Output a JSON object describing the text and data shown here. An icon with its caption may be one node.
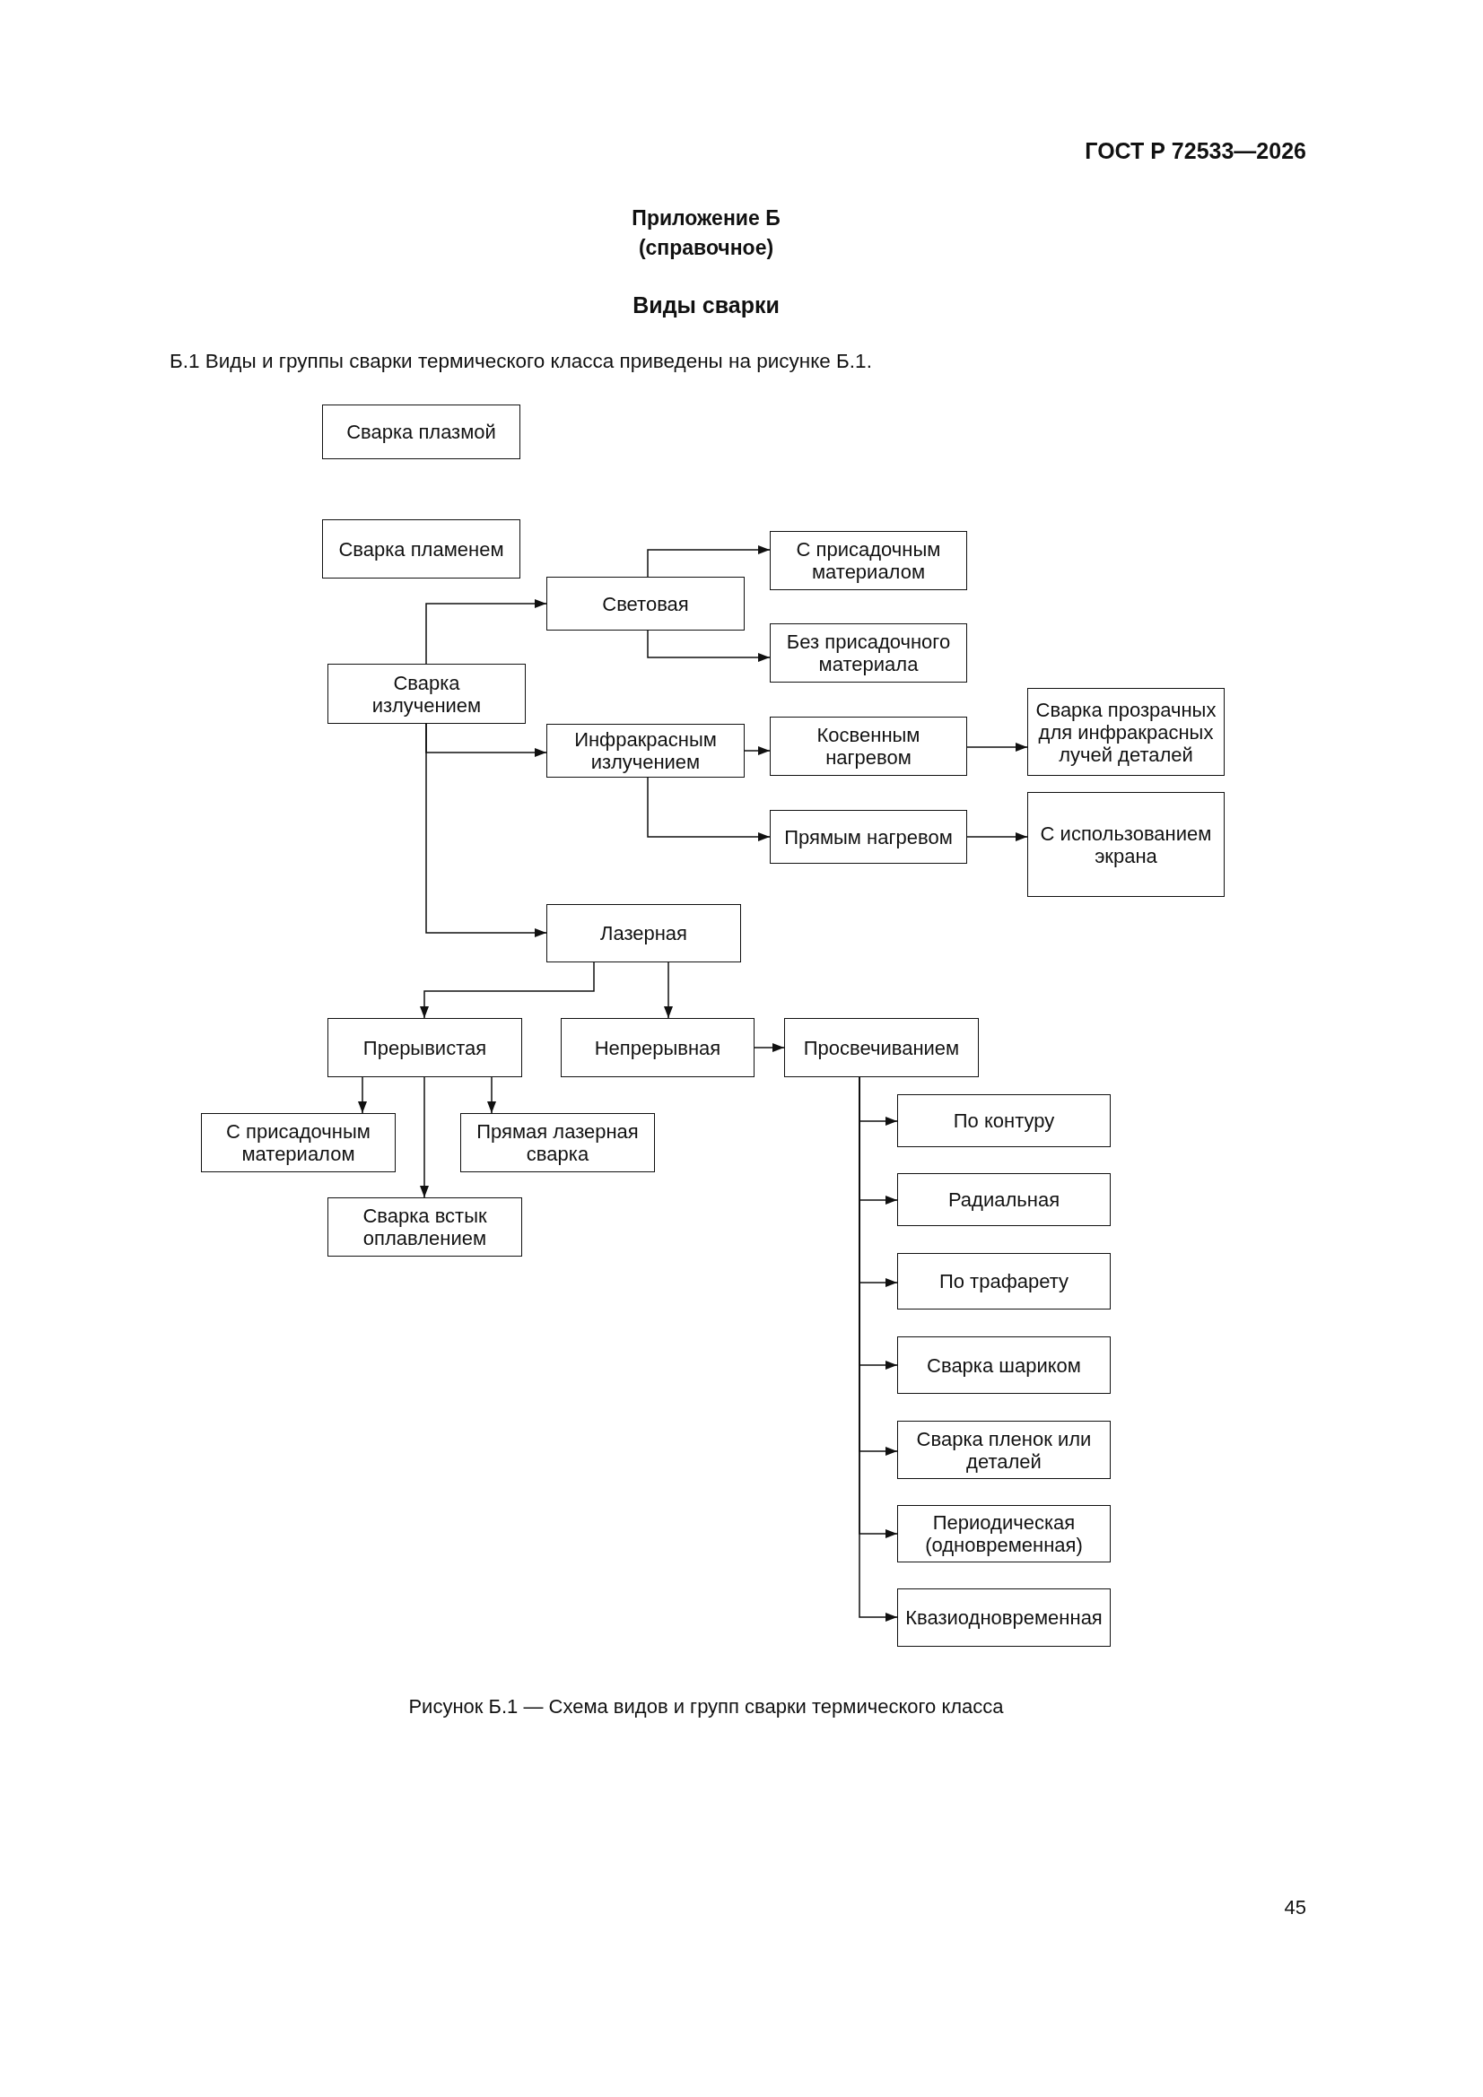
{
  "diagram": {
    "title": "Виды сварки",
    "caption": "Рисунок Б.1 — Схема видов и групп сварки термического класса",
    "nodes": [
      {
        "text": [
          "Сварка плазмой"
        ]
      },
      {
        "text": [
          "Сварка пламенем"
        ]
      },
      {
        "text": [
          "С присадочным материалом"
        ]
      },
      {
        "text": [
          "Световая"
        ]
      },
      {
        "text": [
          "Без присадочного материала"
        ]
      },
      {
        "text": [
          "Сварка излучением"
        ]
      },
      {
        "text": [
          "Сварка прозрачных для инфракрасных лучей деталей"
        ]
      },
      {
        "text": [
          "Инфракрасным излучением"
        ]
      },
      {
        "text": [
          "Косвенным нагревом"
        ]
      },
      {
        "text": [
          "Прямым нагревом"
        ]
      },
      {
        "text": [
          "С использованием экрана"
        ]
      },
      {
        "text": [
          "Лазерная"
        ]
      },
      {
        "text": [
          "Прерывистая"
        ]
      },
      {
        "text": [
          "Непрерывная"
        ]
      },
      {
        "text": [
          "Просвечиванием"
        ]
      },
      {
        "text": [
          "С присадочным материалом"
        ]
      },
      {
        "text": [
          "Прямая лазерная сварка"
        ]
      },
      {
        "text": [
          "По контуру"
        ]
      },
      {
        "text": [
          "Сварка встык оплавлением"
        ]
      },
      {
        "text": [
          "Радиальная"
        ]
      },
      {
        "text": [
          "По трафарету"
        ]
      },
      {
        "text": [
          "Сварка шариком"
        ]
      },
      {
        "text": [
          "Сварка пленок или деталей"
        ]
      },
      {
        "text": [
          "Периодическая (одновременная)"
        ]
      },
      {
        "text": [
          "Квазиодновременная"
        ]
      }
    ],
    "edges": [
      {
        "from": 5,
        "to": 3,
        "arrow": "to"
      },
      {
        "from": 5,
        "to": 7,
        "arrow": "to"
      },
      {
        "from": 5,
        "to": 11,
        "arrow": "to"
      },
      {
        "from": 3,
        "to": 2,
        "arrow": "to"
      },
      {
        "from": 3,
        "to": 4,
        "arrow": "to"
      },
      {
        "from": 7,
        "to": 8,
        "arrow": "to"
      },
      {
        "from": 7,
        "to": 9,
        "arrow": "to"
      },
      {
        "from": 8,
        "to": 6,
        "arrow": "to"
      },
      {
        "from": 9,
        "to": 10,
        "arrow": "to"
      },
      {
        "from": 11,
        "to": 12,
        "arrow": "to"
      },
      {
        "from": 11,
        "to": 13,
        "arrow": "to"
      },
      {
        "from": 13,
        "to": 14,
        "arrow": "to"
      },
      {
        "from": 12,
        "to": 15,
        "arrow": "to"
      },
      {
        "from": 12,
        "to": 18,
        "arrow": "to"
      },
      {
        "from": 12,
        "to": 16,
        "arrow": "to"
      },
      {
        "from": 14,
        "to": 17,
        "arrow": "to"
      },
      {
        "from": 14,
        "to": 19,
        "arrow": "to"
      },
      {
        "from": 14,
        "to": 20,
        "arrow": "to"
      },
      {
        "from": 14,
        "to": 21,
        "arrow": "to"
      },
      {
        "from": 14,
        "to": 22,
        "arrow": "to"
      },
      {
        "from": 14,
        "to": 23,
        "arrow": "to"
      },
      {
        "from": 14,
        "to": 24,
        "arrow": "to"
      }
    ],
    "labels": [
      "ГОСТ Р 72533—2026",
      "Приложение Б",
      "(справочное)",
      "Б.1 Виды и группы сварки термического класса приведены на рисунке Б.1.",
      "45"
    ]
  }
}
